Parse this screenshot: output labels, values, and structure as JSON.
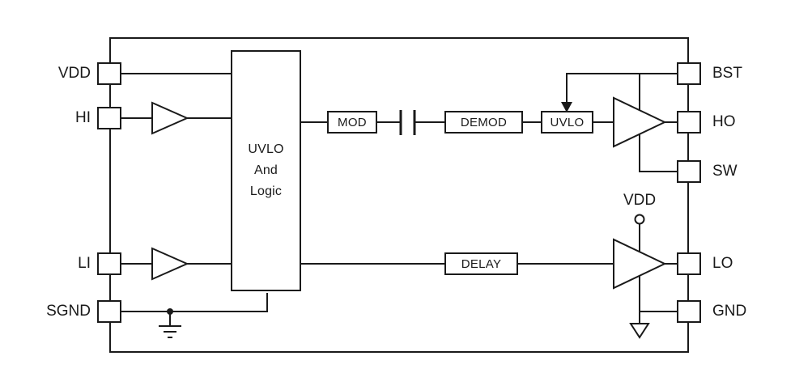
{
  "colors": {
    "line": "#1a1a1a",
    "background": "#ffffff"
  },
  "pins": {
    "left": [
      {
        "label": "VDD"
      },
      {
        "label": "HI"
      },
      {
        "label": "LI"
      },
      {
        "label": "SGND"
      }
    ],
    "right": [
      {
        "label": "BST"
      },
      {
        "label": "HO"
      },
      {
        "label": "SW"
      },
      {
        "label": "LO"
      },
      {
        "label": "GND"
      }
    ]
  },
  "blocks": {
    "logic": "UVLO\nAnd\nLogic",
    "mod": "MOD",
    "demod": "DEMOD",
    "uvlo": "UVLO",
    "delay": "DELAY"
  },
  "supply": {
    "vdd": "VDD"
  }
}
